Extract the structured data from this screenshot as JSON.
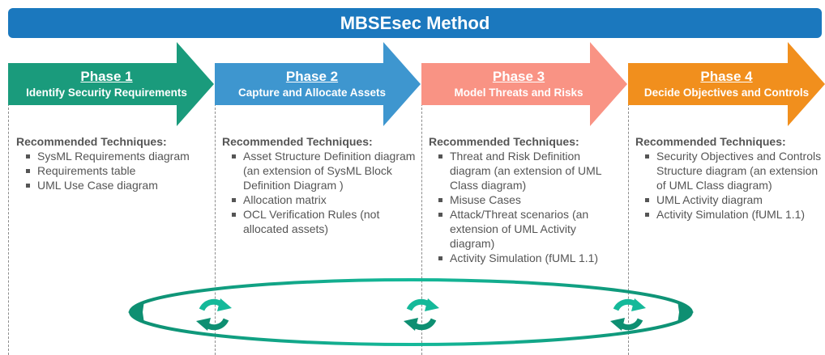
{
  "header": {
    "title": "MBSEsec Method"
  },
  "colors": {
    "banner": "#1b78be",
    "phase1": "#1a9b7c",
    "phase2": "#3e96cf",
    "phase3": "#f99384",
    "phase4": "#f18f1d",
    "cycle": "#15b99a"
  },
  "phases": [
    {
      "title": "Phase 1",
      "subtitle": "Identify Security Requirements",
      "techniques_heading": "Recommended Techniques:",
      "techniques": [
        "SysML Requirements diagram",
        "Requirements table",
        "UML Use Case diagram"
      ]
    },
    {
      "title": "Phase 2",
      "subtitle": "Capture and Allocate Assets",
      "techniques_heading": "Recommended Techniques:",
      "techniques": [
        "Asset Structure Definition diagram (an extension of SysML Block Definition Diagram )",
        "Allocation matrix",
        "OCL Verification Rules (not allocated assets)"
      ]
    },
    {
      "title": "Phase 3",
      "subtitle": "Model Threats and Risks",
      "techniques_heading": "Recommended Techniques:",
      "techniques": [
        "Threat and Risk Definition diagram (an extension of UML Class diagram)",
        "Misuse Cases",
        "Attack/Threat scenarios (an extension of UML Activity diagram)",
        "Activity Simulation (fUML 1.1)"
      ]
    },
    {
      "title": "Phase 4",
      "subtitle": "Decide Objectives and Controls",
      "techniques_heading": "Recommended Techniques:",
      "techniques": [
        "Security Objectives and Controls Structure diagram (an extension of UML Class diagram)",
        "UML Activity diagram",
        "Activity Simulation (fUML 1.1)"
      ]
    }
  ],
  "cycle": {
    "icon": "refresh-icon"
  }
}
